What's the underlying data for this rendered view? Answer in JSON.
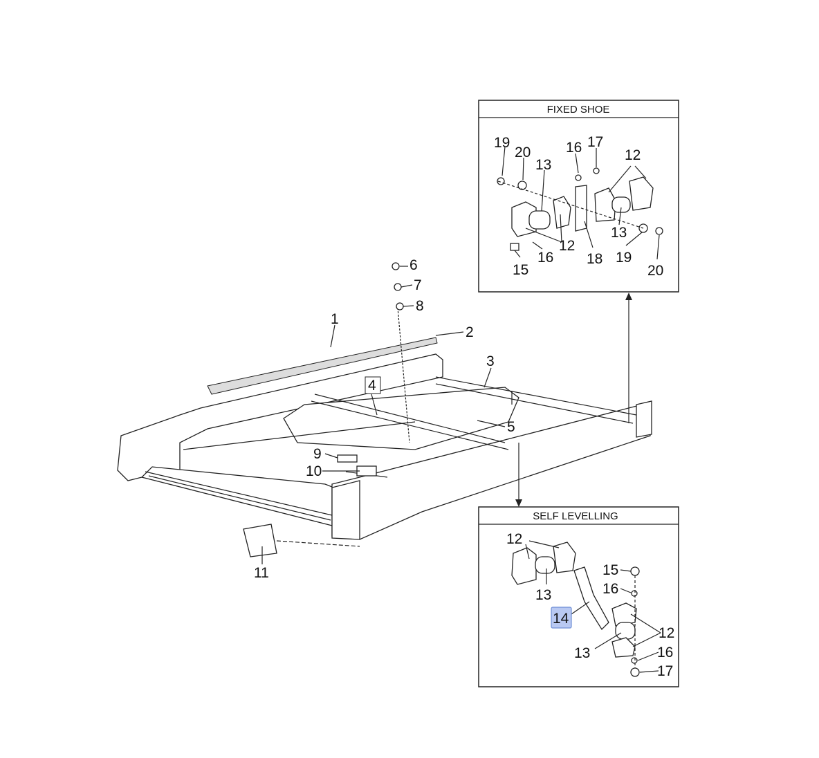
{
  "diagram": {
    "main_callouts": [
      "1",
      "2",
      "3",
      "4",
      "5",
      "6",
      "7",
      "8",
      "9",
      "10",
      "11"
    ],
    "fixed_shoe": {
      "title": "FIXED SHOE",
      "callouts": [
        "19",
        "20",
        "13",
        "16",
        "17",
        "12",
        "12",
        "13",
        "18",
        "19",
        "20",
        "15",
        "16"
      ]
    },
    "self_levelling": {
      "title": "SELF LEVELLING",
      "callouts": [
        "12",
        "13",
        "14",
        "15",
        "16",
        "12",
        "16",
        "13",
        "17"
      ],
      "highlighted": "14"
    },
    "highlight_color": "#b9c9f2"
  }
}
